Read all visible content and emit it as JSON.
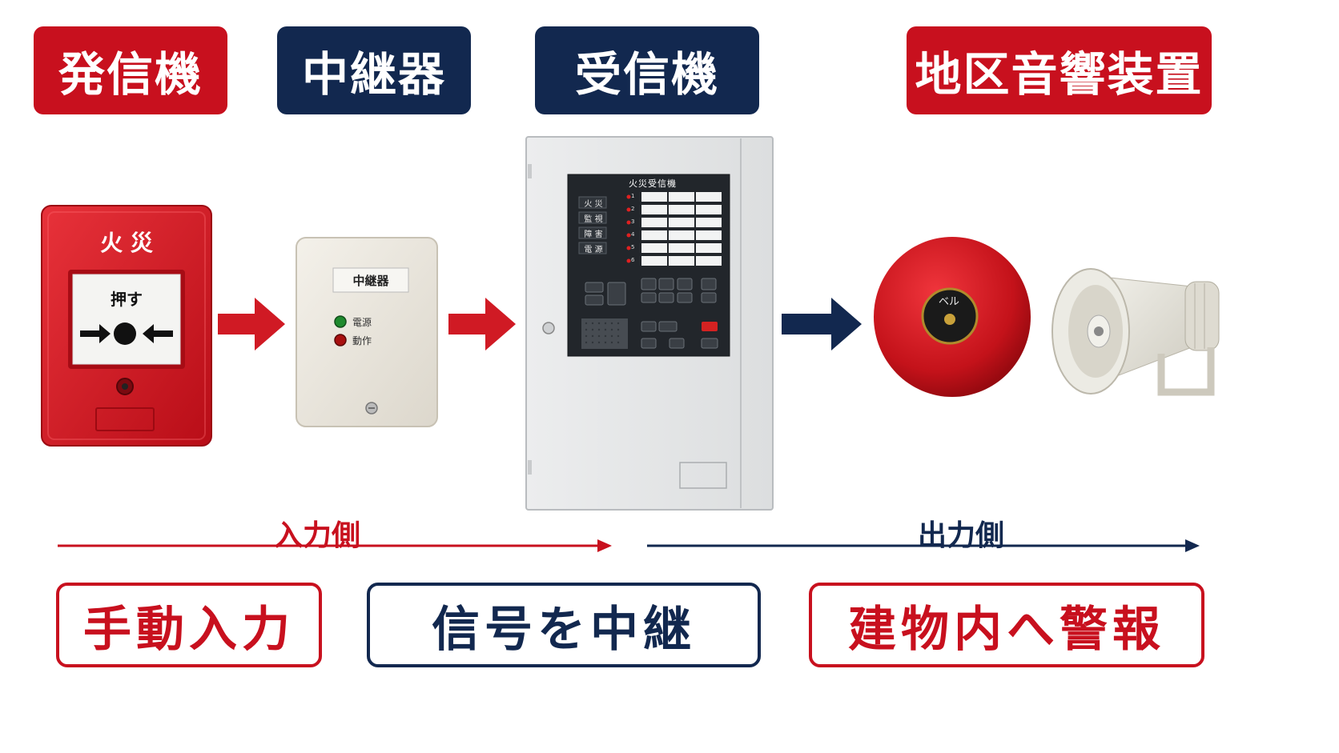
{
  "headers": {
    "transmitter": "発信機",
    "relay": "中継器",
    "receiver": "受信機",
    "alarm": "地区音響装置"
  },
  "devices": {
    "transmitter": {
      "top_label": "火 災",
      "window_label": "押す"
    },
    "relay": {
      "name_plate": "中継器",
      "power_led": "電源",
      "action_led": "動作"
    },
    "receiver": {
      "title": "火災受信機",
      "status_labels": [
        "火 災",
        "監 視",
        "障 害",
        "電 源"
      ],
      "zone_numbers": [
        "1",
        "2",
        "3",
        "4",
        "5",
        "6"
      ]
    },
    "bell": {
      "label": "ベル"
    }
  },
  "flow": {
    "input_label": "入力側",
    "output_label": "出力側"
  },
  "descriptions": {
    "manual_input": "手動入力",
    "relay_signal": "信号を中継",
    "building_alarm": "建物内へ警報"
  },
  "colors": {
    "red": "#c8101e",
    "navy": "#12284f"
  }
}
